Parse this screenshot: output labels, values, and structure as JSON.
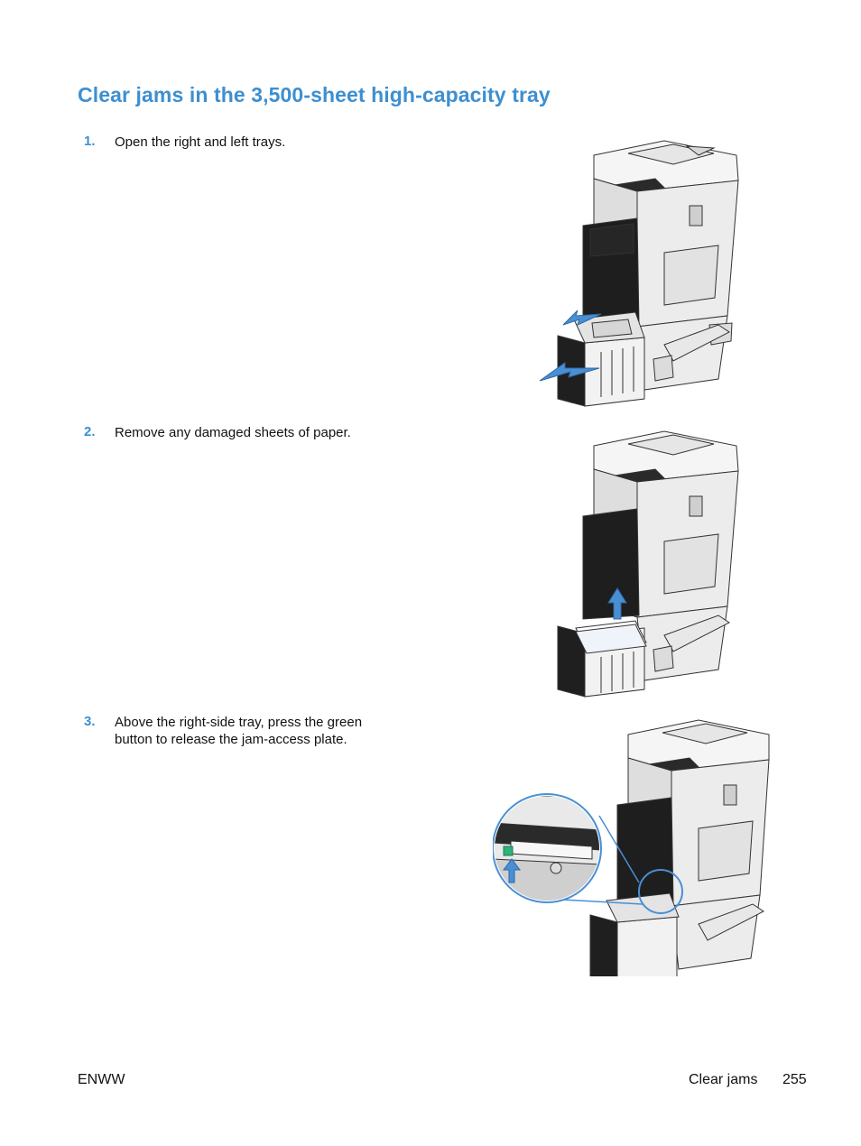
{
  "page": {
    "title": "Clear jams in the 3,500-sheet high-capacity tray",
    "steps": [
      {
        "number": "1.",
        "text": "Open the right and left trays."
      },
      {
        "number": "2.",
        "text": "Remove any damaged sheets of paper."
      },
      {
        "number": "3.",
        "text": "Above the right-side tray, press the green button to release the jam-access plate."
      }
    ]
  },
  "footer": {
    "left": "ENWW",
    "section": "Clear jams",
    "page_number": "255"
  },
  "colors": {
    "accent": "#3e8fd0",
    "arrow": "#4a8fd4",
    "release_button": "#2fb37a"
  },
  "icons": [
    "printer-illustration",
    "arrow-icon",
    "magnifier-callout"
  ]
}
